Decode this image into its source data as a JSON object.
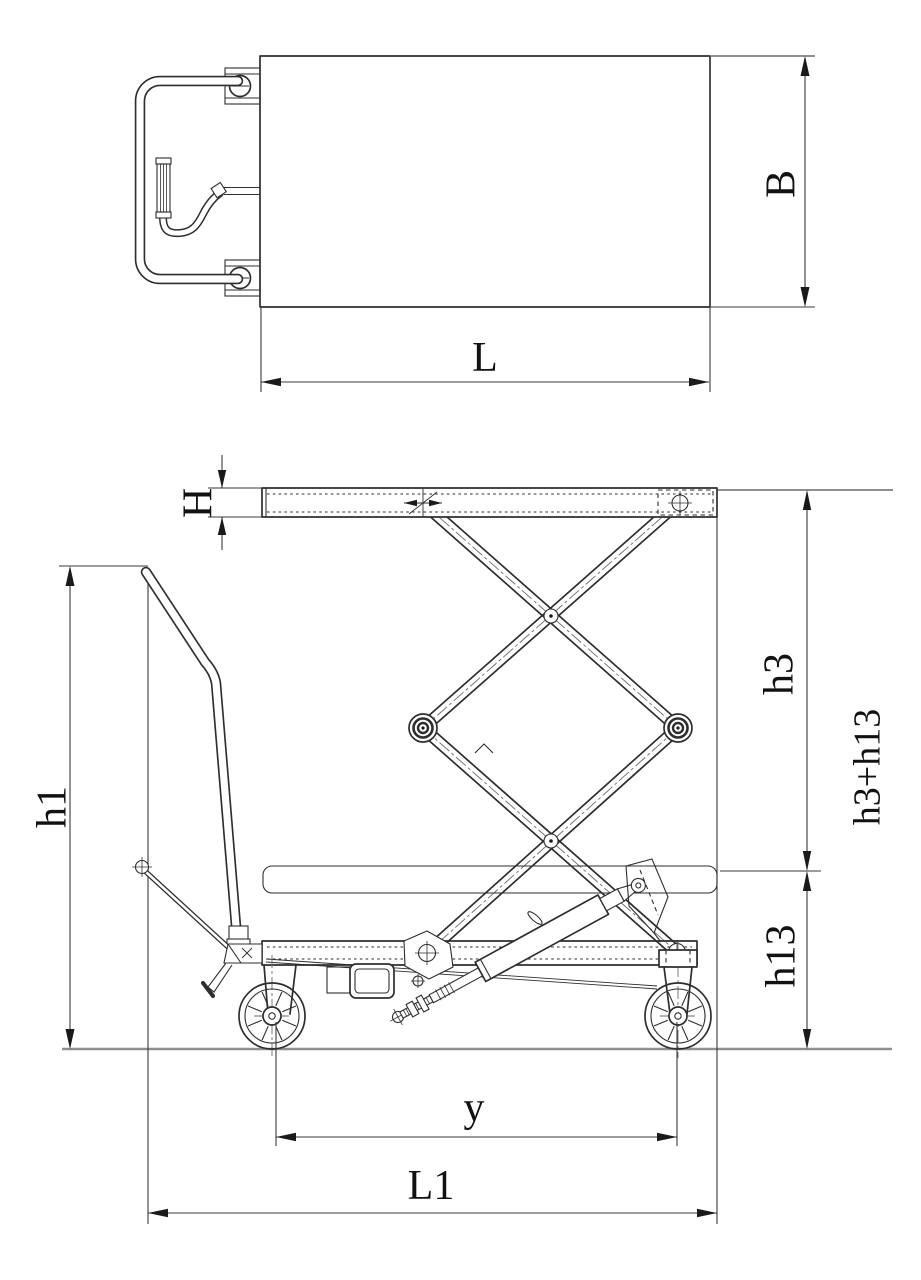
{
  "drawing": {
    "type": "engineering-drawing",
    "subject": "hydraulic scissor lift table trolley, two orthographic views",
    "dimension_labels": {
      "platform_length": "L",
      "platform_width": "B",
      "platform_thickness": "H",
      "handle_height": "h1",
      "lift_height": "h3",
      "total_height": "h3+h13",
      "lowered_height": "h13",
      "wheelbase": "y",
      "overall_length": "L1"
    },
    "colors": {
      "line": "#2e2e2e",
      "dimension": "#3a3a3a",
      "reference": "#8f8f8f",
      "background": "#ffffff"
    }
  }
}
